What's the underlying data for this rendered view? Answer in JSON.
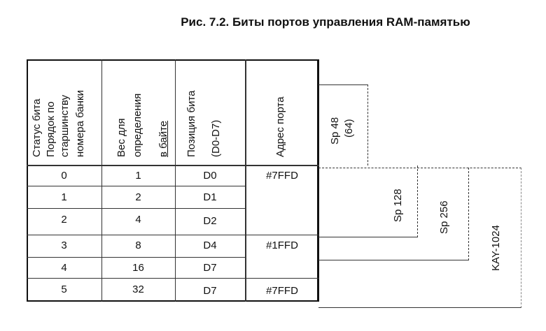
{
  "title": "Рис. 7.2. Биты портов управления RAM-памятью",
  "header": {
    "col1_a": "Статус бита",
    "col1_b": "старшинству",
    "col1_c": "Порядок по",
    "col1_d": "номера банки",
    "col2_a": "Вес для",
    "col2_b": "определения",
    "col2_c": "в байте",
    "col3_a": "Позиция бита",
    "col3_b": "(D0-D7)",
    "col4": "Адрес порта"
  },
  "rows": [
    {
      "order": "0",
      "weight": "1",
      "bit": "D0",
      "port": "#7FFD"
    },
    {
      "order": "1",
      "weight": "2",
      "bit": "D1",
      "port": ""
    },
    {
      "order": "2",
      "weight": "4",
      "bit": "D2",
      "port": ""
    },
    {
      "order": "3",
      "weight": "8",
      "bit": "D4",
      "port": "#1FFD"
    },
    {
      "order": "4",
      "weight": "16",
      "bit": "D7",
      "port": ""
    },
    {
      "order": "5",
      "weight": "32",
      "bit": "D7",
      "port": "#7FFD"
    }
  ],
  "models": {
    "sp48_a": "Sp 48",
    "sp48_b": "(64)",
    "sp128": "Sp 128",
    "sp256": "Sp 256",
    "kay": "KAY-1024"
  }
}
